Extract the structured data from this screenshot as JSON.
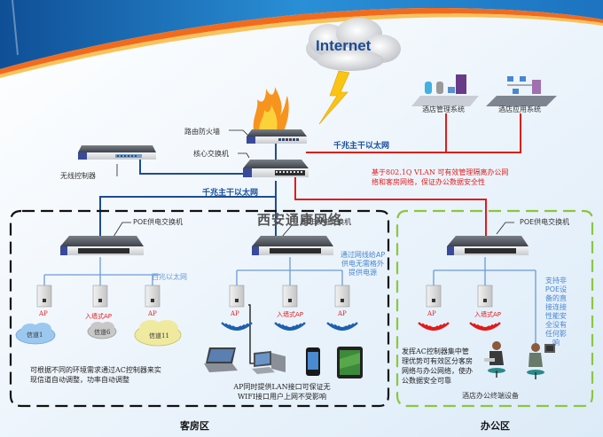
{
  "title": "酒店无线网络拓扑图",
  "watermark": "西安通康网络",
  "internet": {
    "label": "Internet"
  },
  "core": {
    "firewall_label": "路由防火墙",
    "core_switch_label": "核心交换机",
    "wireless_controller_label": "无线控制器",
    "backbone_label_right": "千兆主干以太网",
    "backbone_label_left": "千兆主干以太网"
  },
  "systems": [
    {
      "label": "酒店管理系统"
    },
    {
      "label": "酒店应用系统"
    }
  ],
  "vlan_note": "基于802.1Q VLAN 可有效管理隔离办公网络和客房网络，保证办公数据安全性",
  "guest_zone": {
    "title": "客房区",
    "left_switch_label": "POE供电交换机",
    "center_switch_label": "POE供电交换机",
    "fast_ethernet_label": "百兆以太网",
    "left_aps": [
      {
        "label": "AP"
      },
      {
        "label": "入墙式AP"
      },
      {
        "label": "AP"
      }
    ],
    "channels": [
      {
        "label": "信道1",
        "color": "#9cc8f0"
      },
      {
        "label": "信道6",
        "color": "#c8c8c8"
      },
      {
        "label": "信道11",
        "color": "#f0eaa0"
      }
    ],
    "channel_note": "可根据不同的环境需求通过AC控制器来实现信道自动调整，功率自动调整",
    "center_aps": [
      {
        "label": "AP"
      },
      {
        "label": "入墙式AP"
      },
      {
        "label": "AP"
      }
    ],
    "poe_note": "通过网线给AP供电无需格外提供电源",
    "lan_note": "AP同时提供LAN接口可保证无WIFI接口用户上网不受影响",
    "devices": [
      "laptop",
      "desktop",
      "phone",
      "tablet"
    ]
  },
  "office_zone": {
    "title": "办公区",
    "switch_label": "POE供电交换机",
    "aps": [
      {
        "label": "AP"
      },
      {
        "label": "入墙式AP"
      }
    ],
    "non_poe_note": "支持非POE设备的直接连接性能安全没有任何影响",
    "ac_note": "发挥AC控制器集中管理优势可有效区分客房网络与办公网络，使办公数据安全可靠",
    "terminal_label": "酒店办公终端设备"
  },
  "colors": {
    "backbone_blue": "#1d4c93",
    "fast_ethernet_blue": "#6b9ad8",
    "vlan_red": "#e11b1b",
    "guest_border": "#111111",
    "office_border": "#8cc63e",
    "banner_blue": "#1e6fb8",
    "banner_orange": "#f26b1d"
  }
}
